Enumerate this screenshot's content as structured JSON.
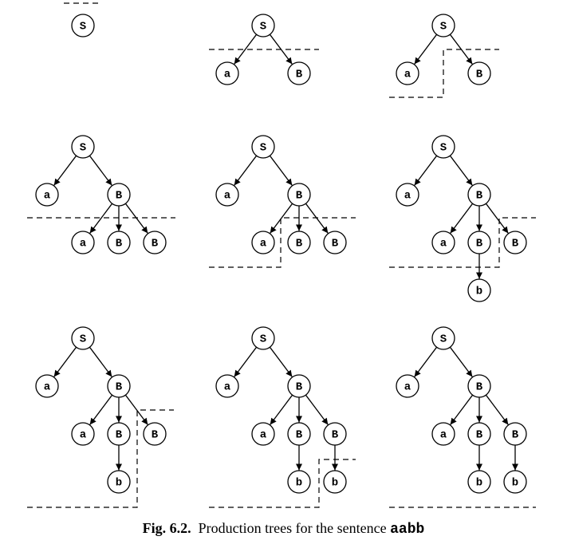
{
  "caption": {
    "figure_number": "Fig. 6.2.",
    "text": "Production trees for the sentence",
    "sentence": "aabb"
  },
  "symbols": {
    "S": "S",
    "a": "a",
    "B": "B",
    "b": "b"
  },
  "trees": [
    {
      "step": 1,
      "nodes": [
        {
          "id": "S",
          "sym": "S"
        }
      ],
      "edges": []
    },
    {
      "step": 2,
      "nodes": [
        {
          "id": "S",
          "sym": "S"
        },
        {
          "id": "a1",
          "sym": "a"
        },
        {
          "id": "B1",
          "sym": "B"
        }
      ],
      "edges": [
        [
          "S",
          "a1"
        ],
        [
          "S",
          "B1"
        ]
      ]
    },
    {
      "step": 3,
      "nodes": [
        {
          "id": "S",
          "sym": "S"
        },
        {
          "id": "a1",
          "sym": "a"
        },
        {
          "id": "B1",
          "sym": "B"
        }
      ],
      "edges": [
        [
          "S",
          "a1"
        ],
        [
          "S",
          "B1"
        ]
      ]
    },
    {
      "step": 4,
      "nodes": [
        {
          "id": "S",
          "sym": "S"
        },
        {
          "id": "a1",
          "sym": "a"
        },
        {
          "id": "B1",
          "sym": "B"
        },
        {
          "id": "a2",
          "sym": "a"
        },
        {
          "id": "B2",
          "sym": "B"
        },
        {
          "id": "B3",
          "sym": "B"
        }
      ],
      "edges": [
        [
          "S",
          "a1"
        ],
        [
          "S",
          "B1"
        ],
        [
          "B1",
          "a2"
        ],
        [
          "B1",
          "B2"
        ],
        [
          "B1",
          "B3"
        ]
      ]
    },
    {
      "step": 5,
      "nodes": [
        {
          "id": "S",
          "sym": "S"
        },
        {
          "id": "a1",
          "sym": "a"
        },
        {
          "id": "B1",
          "sym": "B"
        },
        {
          "id": "a2",
          "sym": "a"
        },
        {
          "id": "B2",
          "sym": "B"
        },
        {
          "id": "B3",
          "sym": "B"
        }
      ],
      "edges": [
        [
          "S",
          "a1"
        ],
        [
          "S",
          "B1"
        ],
        [
          "B1",
          "a2"
        ],
        [
          "B1",
          "B2"
        ],
        [
          "B1",
          "B3"
        ]
      ]
    },
    {
      "step": 6,
      "nodes": [
        {
          "id": "S",
          "sym": "S"
        },
        {
          "id": "a1",
          "sym": "a"
        },
        {
          "id": "B1",
          "sym": "B"
        },
        {
          "id": "a2",
          "sym": "a"
        },
        {
          "id": "B2",
          "sym": "B"
        },
        {
          "id": "B3",
          "sym": "B"
        },
        {
          "id": "b1",
          "sym": "b"
        }
      ],
      "edges": [
        [
          "S",
          "a1"
        ],
        [
          "S",
          "B1"
        ],
        [
          "B1",
          "a2"
        ],
        [
          "B1",
          "B2"
        ],
        [
          "B1",
          "B3"
        ],
        [
          "B2",
          "b1"
        ]
      ]
    },
    {
      "step": 7,
      "nodes": [
        {
          "id": "S",
          "sym": "S"
        },
        {
          "id": "a1",
          "sym": "a"
        },
        {
          "id": "B1",
          "sym": "B"
        },
        {
          "id": "a2",
          "sym": "a"
        },
        {
          "id": "B2",
          "sym": "B"
        },
        {
          "id": "B3",
          "sym": "B"
        },
        {
          "id": "b1",
          "sym": "b"
        }
      ],
      "edges": [
        [
          "S",
          "a1"
        ],
        [
          "S",
          "B1"
        ],
        [
          "B1",
          "a2"
        ],
        [
          "B1",
          "B2"
        ],
        [
          "B1",
          "B3"
        ],
        [
          "B2",
          "b1"
        ]
      ]
    },
    {
      "step": 8,
      "nodes": [
        {
          "id": "S",
          "sym": "S"
        },
        {
          "id": "a1",
          "sym": "a"
        },
        {
          "id": "B1",
          "sym": "B"
        },
        {
          "id": "a2",
          "sym": "a"
        },
        {
          "id": "B2",
          "sym": "B"
        },
        {
          "id": "B3",
          "sym": "B"
        },
        {
          "id": "b1",
          "sym": "b"
        },
        {
          "id": "b2",
          "sym": "b"
        }
      ],
      "edges": [
        [
          "S",
          "a1"
        ],
        [
          "S",
          "B1"
        ],
        [
          "B1",
          "a2"
        ],
        [
          "B1",
          "B2"
        ],
        [
          "B1",
          "B3"
        ],
        [
          "B2",
          "b1"
        ],
        [
          "B3",
          "b2"
        ]
      ]
    },
    {
      "step": 9,
      "nodes": [
        {
          "id": "S",
          "sym": "S"
        },
        {
          "id": "a1",
          "sym": "a"
        },
        {
          "id": "B1",
          "sym": "B"
        },
        {
          "id": "a2",
          "sym": "a"
        },
        {
          "id": "B2",
          "sym": "B"
        },
        {
          "id": "B3",
          "sym": "B"
        },
        {
          "id": "b1",
          "sym": "b"
        },
        {
          "id": "b2",
          "sym": "b"
        }
      ],
      "edges": [
        [
          "S",
          "a1"
        ],
        [
          "S",
          "B1"
        ],
        [
          "B1",
          "a2"
        ],
        [
          "B1",
          "B2"
        ],
        [
          "B1",
          "B3"
        ],
        [
          "B2",
          "b1"
        ],
        [
          "B3",
          "b2"
        ]
      ]
    }
  ]
}
